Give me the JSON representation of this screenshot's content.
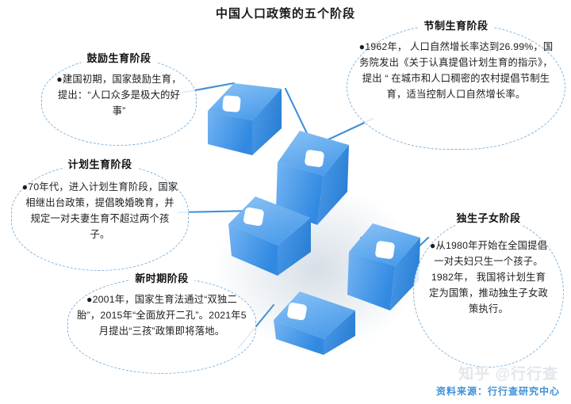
{
  "page": {
    "title": "中国人口政策的五个阶段",
    "background_color": "#ffffff"
  },
  "theme": {
    "accent_blue": "#3f8fd8",
    "cube_light": "#7fbaf2",
    "cube_mid": "#3f94e8",
    "cube_dark": "#2f7fd6",
    "bubble_border": "#7fb3de",
    "text_color": "#1d1d1d",
    "watermark_color": "#e2e7ec"
  },
  "stages": [
    {
      "id": "encourage",
      "heading": "鼓励生育阶段",
      "body": "●建国初期，国家鼓励生育，提出：“人口众多是极大的好事”"
    },
    {
      "id": "restrict",
      "heading": "节制生育阶段",
      "body": "●1962年， 人口自然增长率达到26.99%，国务院发出《关于认真提倡计划生育的指示》，提出 “ 在城市和人口稠密的农村提倡节制生育，适当控制人口自然增长率。"
    },
    {
      "id": "plan",
      "heading": "计划生育阶段",
      "body": "●70年代，进入计划生育阶段，国家相继出台政策，提倡晚婚晚育，并规定一对夫妻生育不超过两个孩子。"
    },
    {
      "id": "onechild",
      "heading": "独生子女阶段",
      "body": "●从1980年开始在全国提倡一对夫妇只生一个孩子。1982年， 我国将计划生育定为国策，推动独生子女政策执行。"
    },
    {
      "id": "newera",
      "heading": "新时期阶段",
      "body": "●2001年，国家生育法通过“双独二胎”，2015年“全面放开二孔”。2021年5月提出“三孩”政策即将落地。"
    }
  ],
  "graphic": {
    "description": "五个蓝色立体方块",
    "cube_count": 5
  },
  "footer": {
    "watermark": "知乎 @行行查",
    "source": "资料来源：行行查研究中心"
  }
}
